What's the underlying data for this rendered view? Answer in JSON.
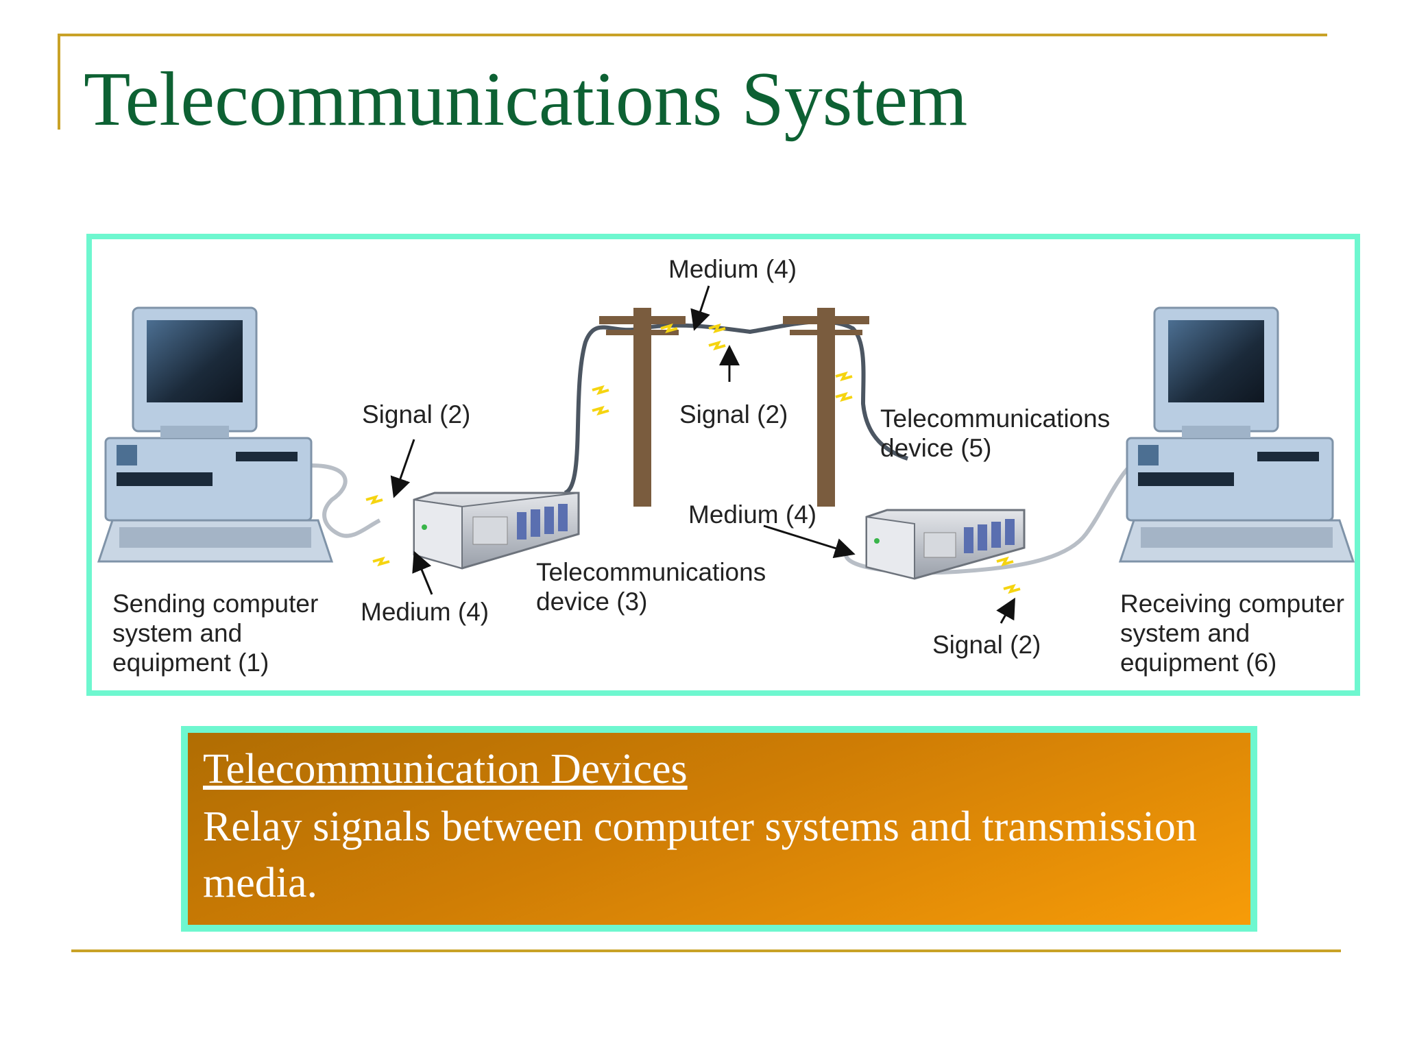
{
  "slide": {
    "title": "Telecommunications System"
  },
  "diagram": {
    "labels": {
      "sending": [
        "Sending computer",
        "system and",
        "equipment (1)"
      ],
      "signal_left": "Signal (2)",
      "medium_left": "Medium (4)",
      "device3": [
        "Telecommunications",
        "device (3)"
      ],
      "medium_top": "Medium (4)",
      "signal_mid": "Signal (2)",
      "device5": [
        "Telecommunications",
        "device (5)"
      ],
      "medium_right": "Medium (4)",
      "signal_right": "Signal (2)",
      "receiving": [
        "Receiving computer",
        "system and",
        "equipment (6)"
      ]
    },
    "colors": {
      "frame": "#6ef7cf",
      "monitor": "#b9cde2",
      "screen": "#1b2a3a",
      "pole": "#7a5c3e",
      "device": "#c9ccd2",
      "signal": "#f5d410",
      "cable": "#b8bec6"
    }
  },
  "info_box": {
    "heading": "Telecommunication Devices",
    "body": "Relay signals between computer systems and transmission media."
  },
  "theme": {
    "title_color": "#0d6133",
    "rule_color": "#c9a227",
    "box_gradient_start": "#b06d03",
    "box_gradient_end": "#f79c08"
  }
}
